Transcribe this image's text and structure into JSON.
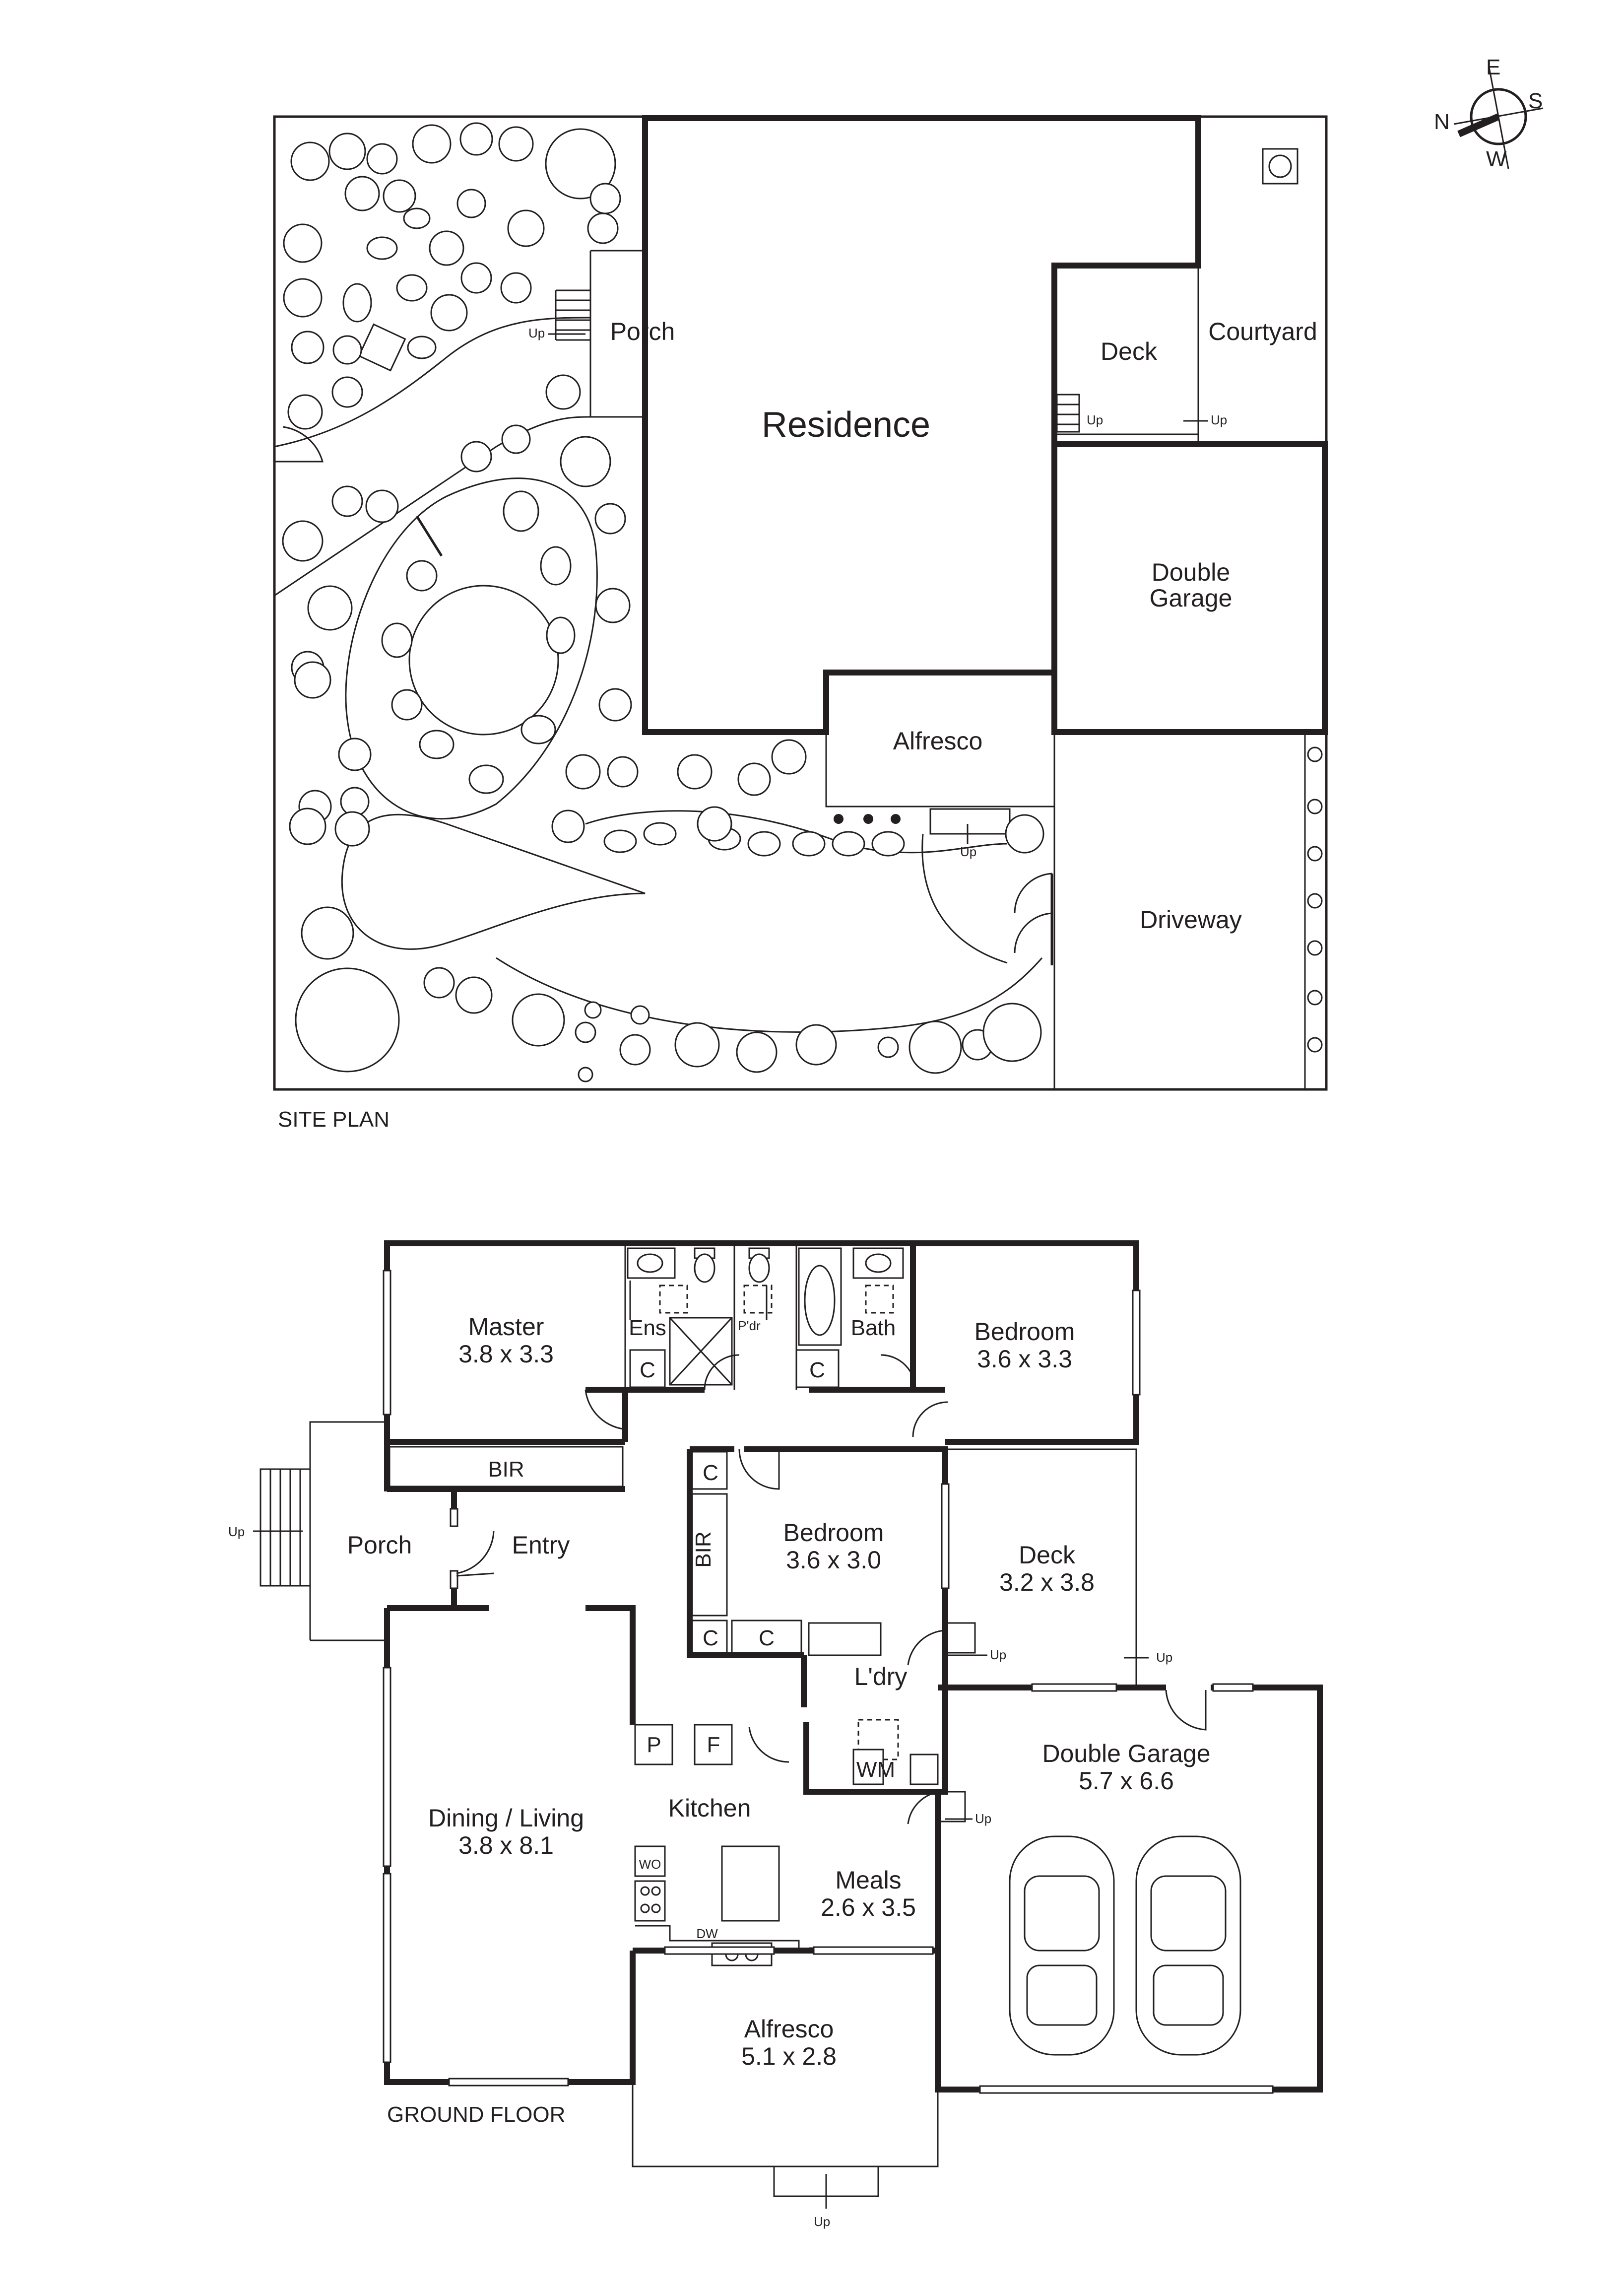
{
  "compass": {
    "north": "N",
    "east": "E",
    "south": "S",
    "west": "W"
  },
  "site_plan": {
    "title": "SITE PLAN",
    "areas": {
      "residence": "Residence",
      "porch": "Porch",
      "deck": "Deck",
      "courtyard": "Courtyard",
      "double_garage_line1": "Double",
      "double_garage_line2": "Garage",
      "alfresco": "Alfresco",
      "driveway": "Driveway"
    },
    "step_labels": {
      "porch_steps": "Up",
      "deck_steps": "Up",
      "courtyard_steps": "Up",
      "alfresco_steps": "Up"
    }
  },
  "ground_floor": {
    "title": "GROUND FLOOR",
    "rooms": {
      "master": {
        "name": "Master",
        "size": "3.8 x 3.3"
      },
      "bedroom_1": {
        "name": "Bedroom",
        "size": "3.6 x 3.3"
      },
      "bedroom_2": {
        "name": "Bedroom",
        "size": "3.6 x 3.0"
      },
      "deck": {
        "name": "Deck",
        "size": "3.2 x 3.8"
      },
      "double_garage": {
        "name": "Double Garage",
        "size": "5.7 x 6.6"
      },
      "dining_living": {
        "name": "Dining / Living",
        "size": "3.8 x 8.1"
      },
      "meals": {
        "name": "Meals",
        "size": "2.6 x 3.5"
      },
      "alfresco": {
        "name": "Alfresco",
        "size": "5.1 x 2.8"
      },
      "porch": {
        "name": "Porch"
      },
      "entry": {
        "name": "Entry"
      },
      "kitchen": {
        "name": "Kitchen"
      },
      "laundry": {
        "name": "L'dry"
      },
      "ensuite": {
        "name": "Ens"
      },
      "powder": {
        "name": "P'dr"
      },
      "bath": {
        "name": "Bath"
      }
    },
    "fixtures": {
      "bir_master": "BIR",
      "bir_bedroom": "BIR",
      "cupboard": "C",
      "pantry": "P",
      "fridge": "F",
      "wall_oven": "WO",
      "dishwasher": "DW",
      "washing_machine": "WM"
    },
    "step_labels": {
      "porch": "Up",
      "laundry": "Up",
      "deck": "Up",
      "garage": "Up",
      "alfresco": "Up"
    }
  }
}
